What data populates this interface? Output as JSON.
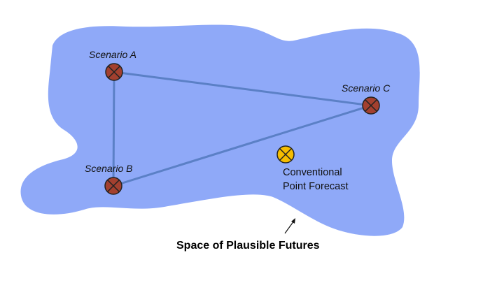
{
  "title": "Space of Plausible Futures",
  "scenarios": [
    {
      "label": "Scenario A"
    },
    {
      "label": "Scenario B"
    },
    {
      "label": "Scenario C"
    }
  ],
  "forecast": {
    "line1": "Conventional",
    "line2": "Point Forecast"
  },
  "colors": {
    "space": "#8fa9f8",
    "edge": "#5b80c6",
    "scenario": "#a3402f",
    "forecast": "#f5bd00"
  }
}
